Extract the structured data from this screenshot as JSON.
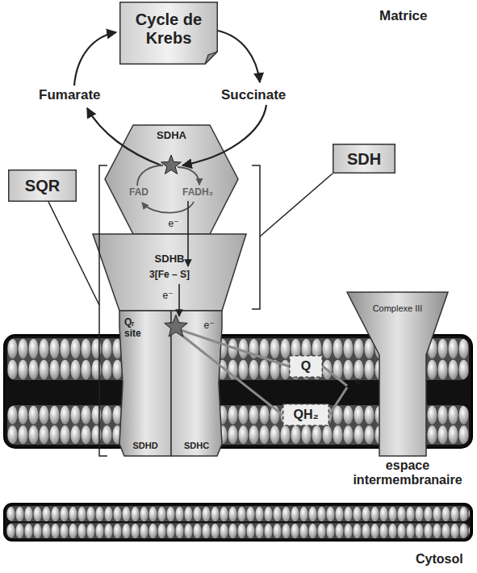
{
  "diagram": {
    "nodes": [
      {
        "text": [
          "Cycle de Krebs"
        ]
      },
      {
        "text": [
          "SDH"
        ]
      },
      {
        "text": [
          "SQR"
        ]
      },
      {
        "text": [
          "SDHA",
          "FAD",
          "FADH₂",
          "e⁻"
        ]
      },
      {
        "text": [
          "SDHB",
          "3[Fe – S]",
          "e⁻"
        ]
      },
      {
        "text": [
          "Qᵣ site",
          "SDHD"
        ]
      },
      {
        "text": [
          "e⁻",
          "SDHC"
        ]
      },
      {
        "text": [
          "Complexe III"
        ]
      },
      {
        "text": [
          "Q"
        ]
      },
      {
        "text": [
          "QH₂"
        ]
      }
    ],
    "edges": [
      {
        "from": 5,
        "to": 8,
        "arrow": "none"
      },
      {
        "from": 5,
        "to": 9,
        "arrow": "none"
      },
      {
        "from": 8,
        "to": 7,
        "arrow": "none"
      },
      {
        "from": 9,
        "to": 7,
        "arrow": "none"
      }
    ],
    "labels": [
      "Matrice",
      "Fumarate",
      "Succinate",
      "e⁻",
      "espace intermembranaire",
      "Cytosol"
    ]
  }
}
